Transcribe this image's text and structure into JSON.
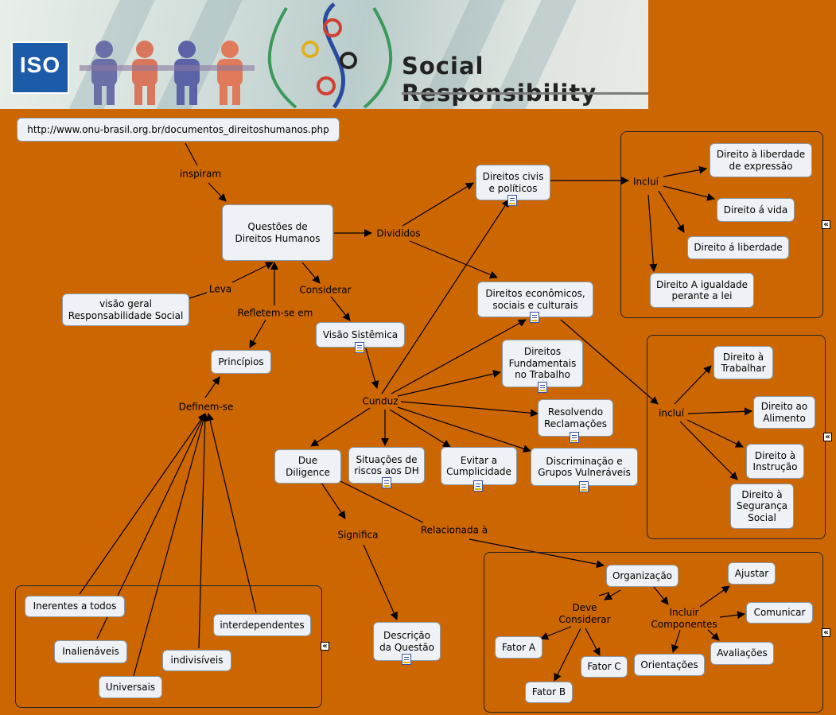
{
  "banner": {
    "logo_text": "ISO",
    "title": "Social Responsibility"
  },
  "nodes": {
    "url": "http://www.onu-brasil.org.br/documentos_direitoshumanos.php",
    "questoes": "Questões de\nDireitos Humanos",
    "visao_geral": "visão geral\nResponsabilidade Social",
    "principios": "Princípios",
    "visao_sistemica": "Visão Sistêmica",
    "direitos_civis": "Direitos civis\ne políticos",
    "direitos_economicos": "Direitos econômicos,\nsociais e culturais",
    "direitos_fundamentais": "Direitos\nFundamentais\nno Trabalho",
    "resolvendo": "Resolvendo\nReclamações",
    "discriminacao": "Discriminação e\nGrupos Vulneráveis",
    "evitar": "Evitar a\nCumplicidade",
    "situacoes": "Situações de\nriscos aos DH",
    "due": "Due\nDiligence",
    "descricao": "Descrição\nda Questão",
    "lib_expressao": "Direito à liberdade\nde expressão",
    "vida": "Direito á vida",
    "liberdade": "Direito á liberdade",
    "igualdade": "Direito A igualdade\nperante a lei",
    "trabalhar": "Direito à\nTrabalhar",
    "alimento": "Direito ao\nAlimento",
    "instrucao": "Direito à\nInstrução",
    "seguranca": "Direito à\nSegurança\nSocial",
    "inerentes": "Inerentes a todos",
    "inalienaveis": "Inalienáveis",
    "universais": "Universais",
    "indivisiveis": "indivisíveis",
    "interdependentes": "interdependentes",
    "organizacao": "Organização",
    "ajustar": "Ajustar",
    "comunicar": "Comunicar",
    "avaliacoes": "Avaliações",
    "orientacoes": "Orientações",
    "fator_a": "Fator A",
    "fator_b": "Fator B",
    "fator_c": "Fator C"
  },
  "links": {
    "inspiram": "inspiram",
    "divididos": "Divididos",
    "leva": "Leva",
    "considerar": "Considerar",
    "refletem": "Refletem-se em",
    "definem": "Definem-se",
    "cunduz": "Cunduz",
    "inclui_civis": "Incluí",
    "inclui_econ": "incluí",
    "significa": "Significa",
    "relacionada": "Relacionada à",
    "deve_considerar": "Deve\nConsiderar",
    "incluir_componentes": "Incluir\nComponentes"
  }
}
